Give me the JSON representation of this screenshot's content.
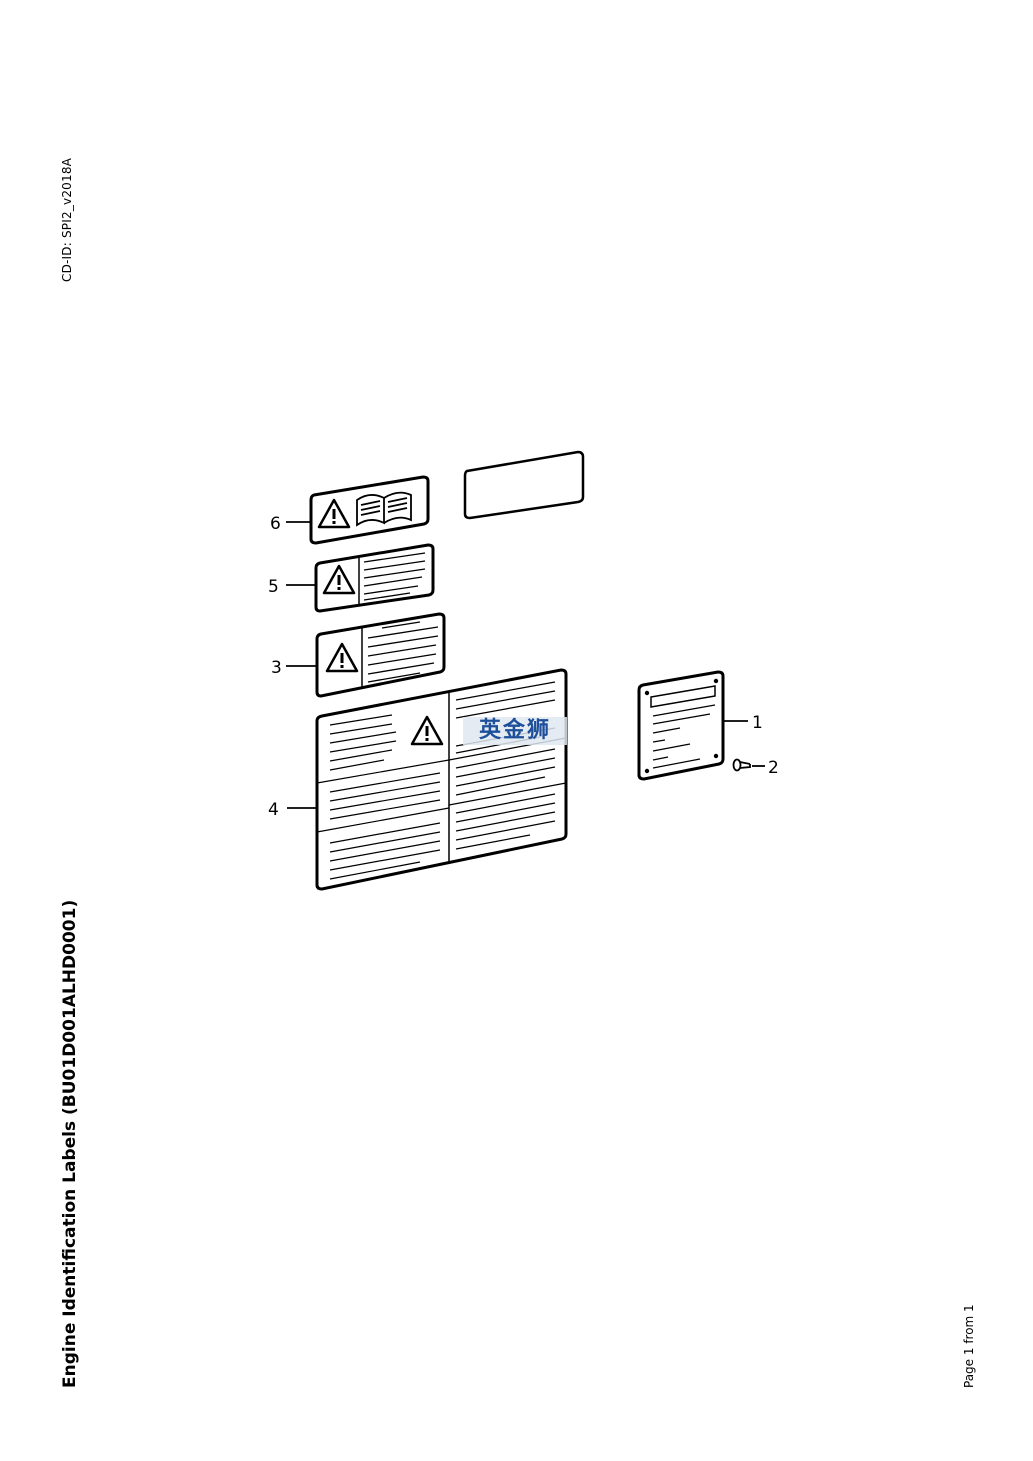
{
  "document": {
    "cd_id": "CD-ID: SPI2_v2018A",
    "title": "Engine Identification Labels (BU01D001ALHD0001)",
    "page_info": "Page 1 from 1"
  },
  "diagram": {
    "callouts": [
      "1",
      "2",
      "3",
      "4",
      "5",
      "6"
    ],
    "watermark": "英金狮"
  }
}
